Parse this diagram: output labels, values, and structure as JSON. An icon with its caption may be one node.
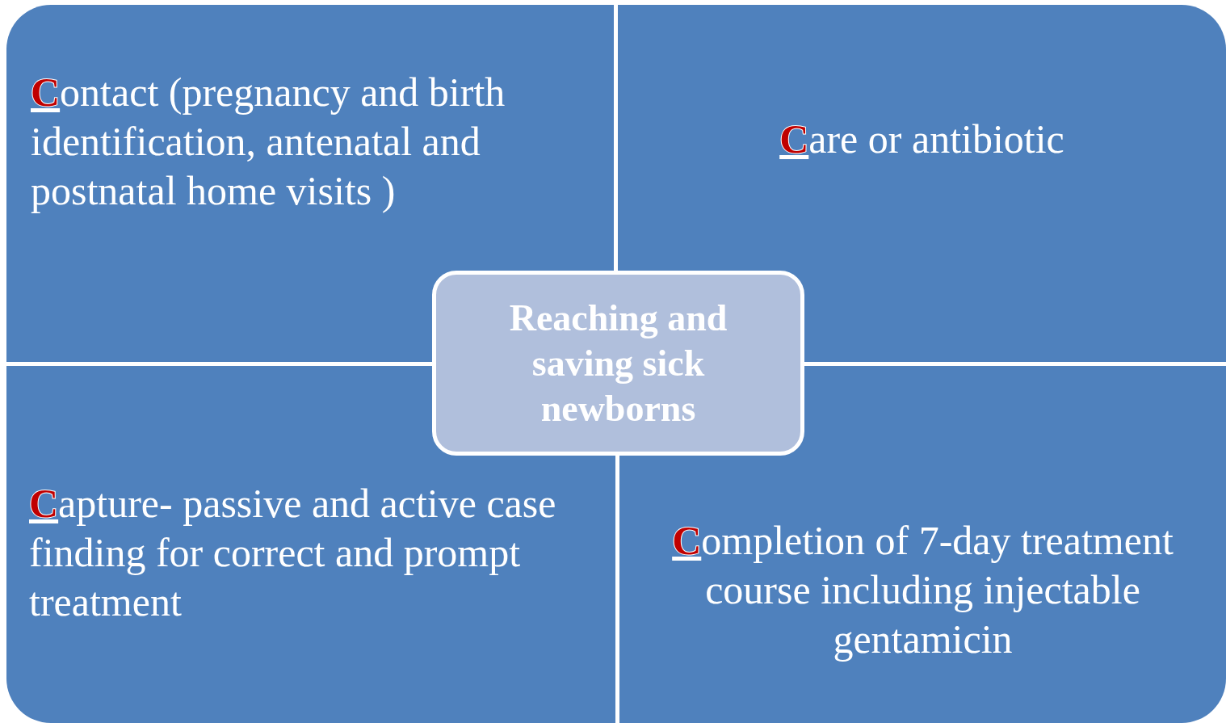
{
  "diagram": {
    "nodes": [
      {
        "text": [
          "**C**ontact (pregnancy and birth identification, antenatal and postnatal home visits )"
        ]
      },
      {
        "text": [
          "**C**are or antibiotic"
        ]
      },
      {
        "text": [
          "Reaching and saving sick newborns"
        ]
      },
      {
        "text": [
          "**C**apture- passive and active case finding for correct and prompt treatment"
        ]
      },
      {
        "text": [
          "**C**ompletion of 7-day treatment course including injectable gentamicin"
        ]
      }
    ]
  }
}
